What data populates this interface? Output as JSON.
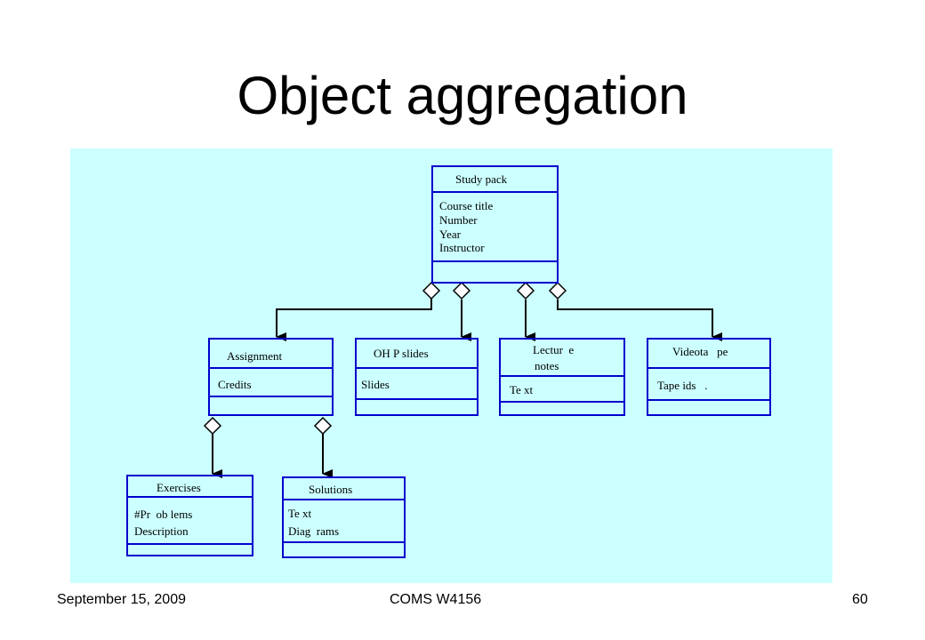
{
  "slide": {
    "title": "Object aggregation"
  },
  "diagram": {
    "classes": {
      "study_pack": {
        "name": "Study pack",
        "attributes": [
          "Course title",
          "Number",
          "Year",
          "Instructor"
        ]
      },
      "assignment": {
        "name": "Assignment",
        "attributes": [
          "Credits"
        ]
      },
      "ohp_slides": {
        "name": "OH P slides",
        "attributes": [
          "Slides"
        ]
      },
      "lecture_notes": {
        "name_lines": [
          "Lectur  e",
          "notes"
        ],
        "attributes": [
          "Te xt"
        ]
      },
      "videotape": {
        "name": "Videota   pe",
        "attributes": [
          "Tape ids   ."
        ]
      },
      "exercises": {
        "name": "Exercises",
        "attributes": [
          "#Pr  ob lems",
          "Description"
        ]
      },
      "solutions": {
        "name": "Solutions",
        "attributes": [
          "Te xt",
          "Diag  rams"
        ]
      }
    },
    "relationship": "aggregation",
    "colors": {
      "background": "#ccffff",
      "box_border": "#0000cc",
      "connector": "#000000"
    }
  },
  "footer": {
    "date": "September 15, 2009",
    "course": "COMS W4156",
    "page": "60"
  }
}
